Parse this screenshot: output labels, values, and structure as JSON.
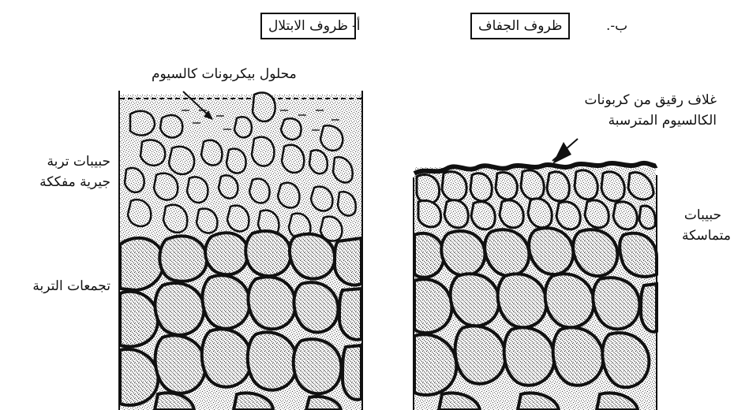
{
  "panel_a": {
    "title": "ظروف الابتلال",
    "marker": "أ-",
    "label_solution": "محلول بيكربونات كالسيوم",
    "label_loose_1": "حبيبات تربة",
    "label_loose_2": "جيرية مفككة",
    "label_aggregates": "تجمعات التربة"
  },
  "panel_b": {
    "title": "ظروف الجفاف",
    "marker": "ب-.",
    "label_crust_1": "غلاف رقيق من كربونات",
    "label_crust_2": "الكالسيوم المترسبة",
    "label_cohesive_1": "حبيبات",
    "label_cohesive_2": "متماسكة"
  }
}
